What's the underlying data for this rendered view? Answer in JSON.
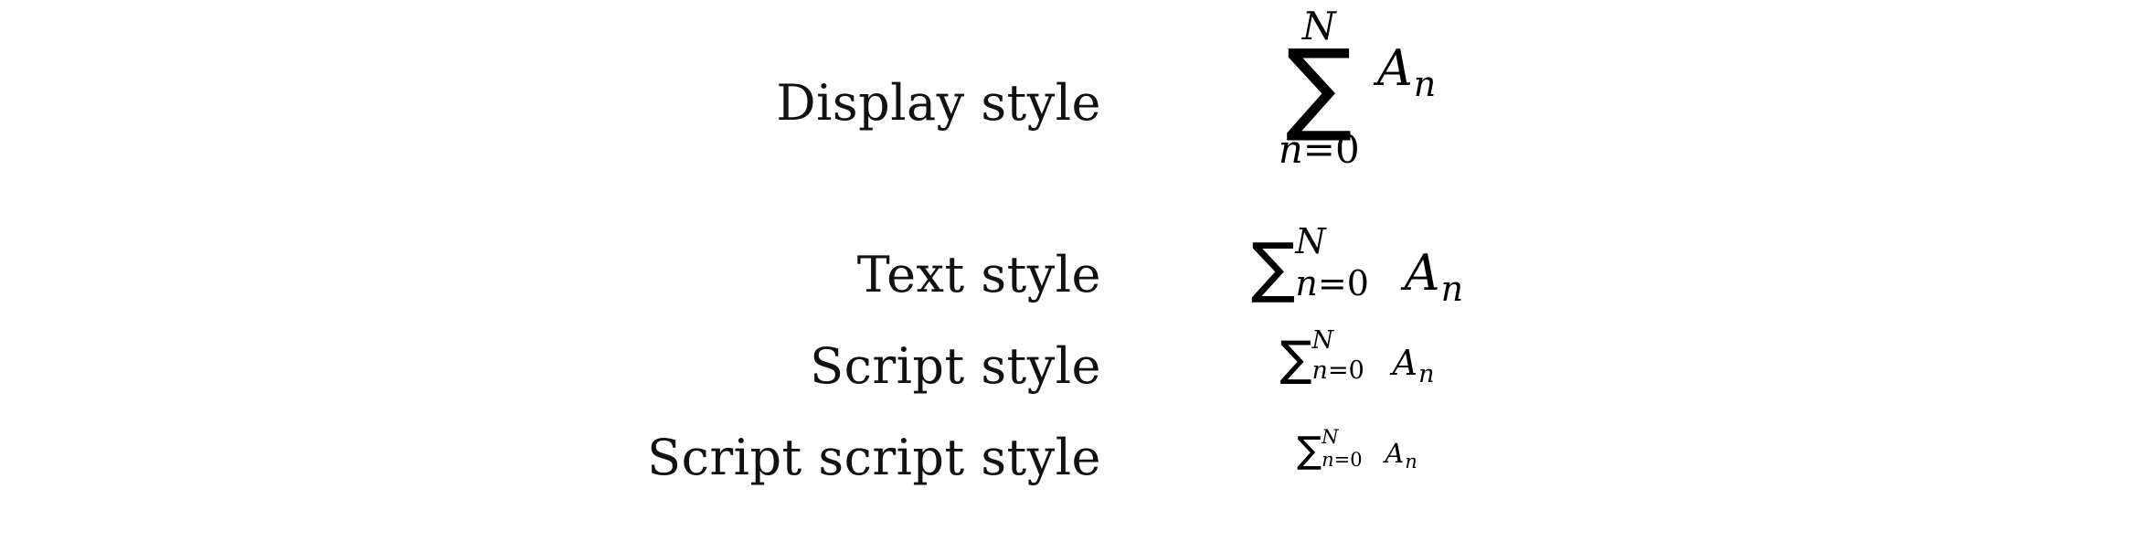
{
  "page": {
    "background_color": "#ffffff",
    "text_color": "#000000",
    "description": "TeX math style comparison table"
  },
  "rows": [
    {
      "id": "display",
      "label": "Display style",
      "expression": {
        "operator": "∑",
        "operator_glyph": "∑",
        "upper_limit": "N",
        "lower_limit_var": "n",
        "lower_limit_eq": "=",
        "lower_limit_val": "0",
        "lower_limit": "n=0",
        "term_base": "A",
        "term_sub": "n",
        "term": "Aₙ",
        "limits_placement": "above-below"
      }
    },
    {
      "id": "text",
      "label": "Text style",
      "expression": {
        "operator": "∑",
        "operator_glyph": "∑",
        "upper_limit": "N",
        "lower_limit_var": "n",
        "lower_limit_eq": "=",
        "lower_limit_val": "0",
        "lower_limit": "n=0",
        "term_base": "A",
        "term_sub": "n",
        "term": "Aₙ",
        "limits_placement": "superscript-subscript"
      }
    },
    {
      "id": "script",
      "label": "Script style",
      "expression": {
        "operator": "∑",
        "operator_glyph": "∑",
        "upper_limit": "N",
        "lower_limit_var": "n",
        "lower_limit_eq": "=",
        "lower_limit_val": "0",
        "lower_limit": "n=0",
        "term_base": "A",
        "term_sub": "n",
        "term": "Aₙ",
        "limits_placement": "superscript-subscript"
      }
    },
    {
      "id": "scriptscript",
      "label": "Script script style",
      "expression": {
        "operator": "∑",
        "operator_glyph": "∑",
        "upper_limit": "N",
        "lower_limit_var": "n",
        "lower_limit_eq": "=",
        "lower_limit_val": "0",
        "lower_limit": "n=0",
        "term_base": "A",
        "term_sub": "n",
        "term": "Aₙ",
        "limits_placement": "superscript-subscript"
      }
    }
  ]
}
